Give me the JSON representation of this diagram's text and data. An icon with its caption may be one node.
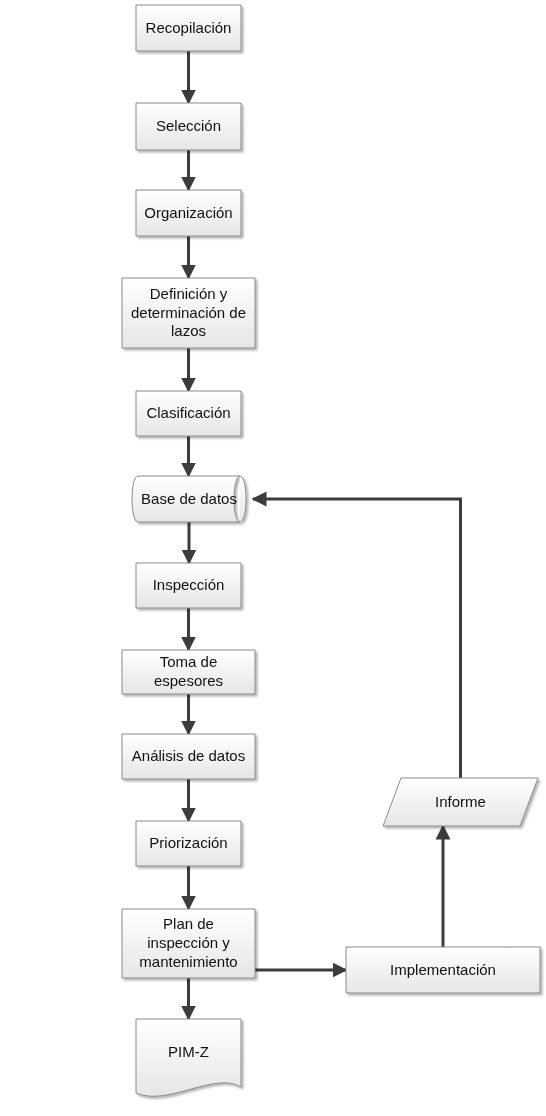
{
  "diagram": {
    "nodes": [
      {
        "text": [
          "Recopilación"
        ]
      },
      {
        "text": [
          "Selección"
        ]
      },
      {
        "text": [
          "Organización"
        ]
      },
      {
        "text": [
          "Definición y determinación de lazos"
        ]
      },
      {
        "text": [
          "Clasificación"
        ]
      },
      {
        "text": [
          "Base de datos"
        ]
      },
      {
        "text": [
          "Inspección"
        ]
      },
      {
        "text": [
          "Toma de espesores"
        ]
      },
      {
        "text": [
          "Análisis de datos"
        ]
      },
      {
        "text": [
          "Priorización"
        ]
      },
      {
        "text": [
          "Plan de inspección y mantenimiento"
        ]
      },
      {
        "text": [
          "PIM-Z"
        ]
      },
      {
        "text": [
          "Implementación"
        ]
      },
      {
        "text": [
          "Informe"
        ]
      }
    ],
    "edges": [
      {
        "from": 0,
        "to": 1,
        "arrow": "to"
      },
      {
        "from": 1,
        "to": 2,
        "arrow": "to"
      },
      {
        "from": 2,
        "to": 3,
        "arrow": "to"
      },
      {
        "from": 3,
        "to": 4,
        "arrow": "to"
      },
      {
        "from": 4,
        "to": 5,
        "arrow": "to"
      },
      {
        "from": 5,
        "to": 6,
        "arrow": "to"
      },
      {
        "from": 6,
        "to": 7,
        "arrow": "to"
      },
      {
        "from": 7,
        "to": 8,
        "arrow": "to"
      },
      {
        "from": 8,
        "to": 9,
        "arrow": "to"
      },
      {
        "from": 9,
        "to": 10,
        "arrow": "to"
      },
      {
        "from": 10,
        "to": 11,
        "arrow": "to"
      },
      {
        "from": 10,
        "to": 12,
        "arrow": "to"
      },
      {
        "from": 12,
        "to": 13,
        "arrow": "to"
      },
      {
        "from": 13,
        "to": 5,
        "arrow": "to"
      }
    ]
  }
}
